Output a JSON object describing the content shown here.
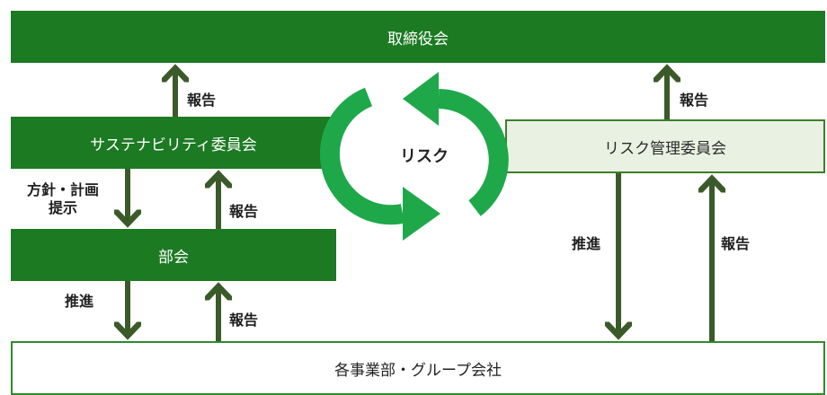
{
  "board": "取締役会",
  "sustainability_committee": "サステナビリティ委員会",
  "risk_committee": "リスク管理委員会",
  "subcommittee": "部会",
  "divisions": "各事業部・グループ会社",
  "cycle": "リスク",
  "labels": {
    "report": "報告",
    "promote": "推進",
    "policy_line1": "方針・計画",
    "policy_line2": "提示"
  },
  "colors": {
    "dark_green": "#1c7a22",
    "light_green": "#e9f2e2",
    "arrow": "#3b5a2a",
    "cycle_green": "#1ea84a"
  }
}
